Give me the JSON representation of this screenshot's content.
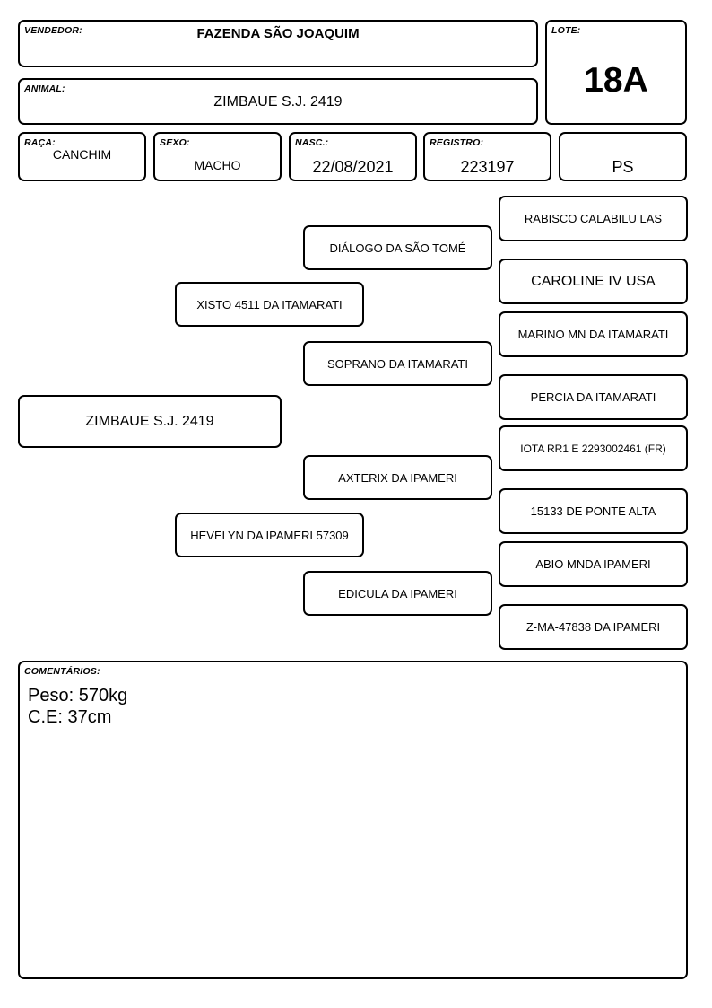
{
  "header": {
    "vendedor": {
      "label": "VENDEDOR:",
      "value": "FAZENDA SÃO JOAQUIM"
    },
    "lote": {
      "label": "LOTE:",
      "value": "18A"
    },
    "animal": {
      "label": "ANIMAL:",
      "value": "ZIMBAUE S.J. 2419"
    },
    "raca": {
      "label": "RAÇA:",
      "value": "CANCHIM"
    },
    "sexo": {
      "label": "SEXO:",
      "value": "MACHO"
    },
    "nasc": {
      "label": "NASC.:",
      "value": "22/08/2021"
    },
    "registro": {
      "label": "REGISTRO:",
      "value": "223197"
    },
    "categoria": {
      "value": "PS"
    }
  },
  "pedigree": {
    "animal": "ZIMBAUE S.J. 2419",
    "sire": "XISTO 4511 DA ITAMARATI",
    "dam": "HEVELYN DA IPAMERI 57309",
    "sire_sire": "DIÁLOGO DA SÃO TOMÉ",
    "sire_dam": "SOPRANO DA ITAMARATI",
    "dam_sire": "AXTERIX DA IPAMERI",
    "dam_dam": "EDICULA DA IPAMERI",
    "gg": [
      "RABISCO CALABILU LAS",
      "CAROLINE IV USA",
      "MARINO MN DA ITAMARATI",
      "PERCIA DA ITAMARATI",
      "IOTA RR1 E 2293002461 (FR)",
      "15133 DE PONTE ALTA",
      "ABIO MNDA IPAMERI",
      "Z-MA-47838 DA IPAMERI"
    ]
  },
  "comments": {
    "label": "COMENTÁRIOS:",
    "lines": [
      "Peso: 570kg",
      "C.E: 37cm"
    ]
  }
}
